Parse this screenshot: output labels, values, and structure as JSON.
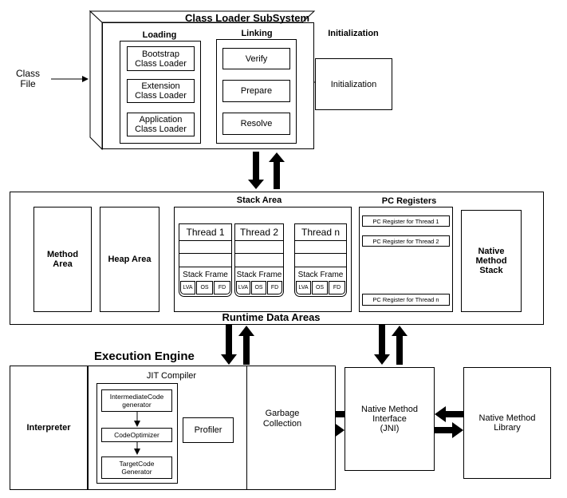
{
  "class_file": "Class\nFile",
  "class_loader": {
    "title": "Class Loader SubSystem",
    "loading": {
      "title": "Loading",
      "items": [
        "Bootstrap\nClass Loader",
        "Extension\nClass Loader",
        "Application\nClass Loader"
      ]
    },
    "linking": {
      "title": "Linking",
      "items": [
        "Verify",
        "Prepare",
        "Resolve"
      ]
    },
    "initialization": {
      "title": "Initialization",
      "box": "Initialization"
    }
  },
  "runtime": {
    "title": "Runtime Data Areas",
    "method_area": "Method\nArea",
    "heap_area": "Heap Area",
    "stack_area": {
      "title": "Stack Area",
      "threads": [
        "Thread 1",
        "Thread 2",
        "Thread n"
      ],
      "stack_frame": "Stack Frame",
      "frame_parts": [
        "LVA",
        "OS",
        "FD"
      ]
    },
    "pc_registers": {
      "title": "PC Registers",
      "items": [
        "PC Register for Thread 1",
        "PC Register for Thread 2",
        "PC Register for Thread n"
      ]
    },
    "native_stack": "Native\nMethod\nStack"
  },
  "execution_engine": {
    "title": "Execution Engine",
    "interpreter": "Interpreter",
    "jit": {
      "title": "JIT Compiler",
      "items": [
        "IntermediateCode\ngenerator",
        "CodeOptimizer",
        "TargetCode\nGenerator"
      ],
      "profiler": "Profiler"
    },
    "gc": "Garbage\nCollection"
  },
  "jni": "Native Method\nInterface\n(JNI)",
  "native_library": "Native Method\nLibrary"
}
